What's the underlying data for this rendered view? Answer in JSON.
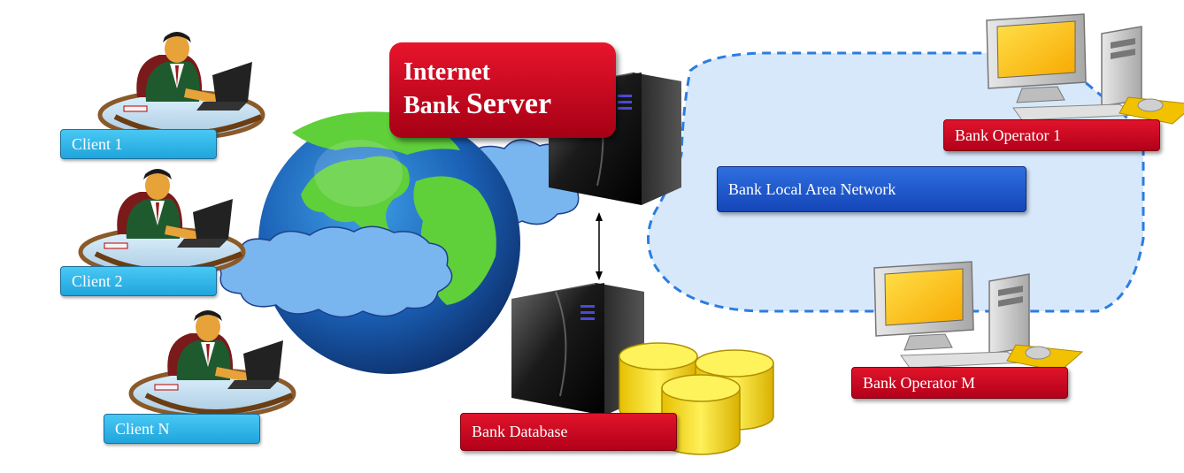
{
  "server": {
    "line1": "Internet",
    "line2_prefix": "Bank ",
    "line2_big": "Server"
  },
  "clients": [
    {
      "label": "Client 1"
    },
    {
      "label": "Client 2"
    },
    {
      "label": "Client N"
    }
  ],
  "database": {
    "label": "Bank Database"
  },
  "lan": {
    "label": "Bank Local Area Network"
  },
  "operators": [
    {
      "label": "Bank Operator 1"
    },
    {
      "label": "Bank Operator M"
    }
  ],
  "colors": {
    "client_label": "#1fa5dc",
    "red_label": "#c8001e",
    "lan_label": "#1f55c8",
    "lan_cloud": "#d8e8fb",
    "lan_border": "#2b7de0",
    "cloud": "#79b6f0",
    "disk": "#f2d200"
  },
  "icons": [
    "person-at-laptop-icon",
    "globe-icon",
    "cloud-icon",
    "server-tower-icon",
    "database-disks-icon",
    "desktop-computer-icon"
  ]
}
